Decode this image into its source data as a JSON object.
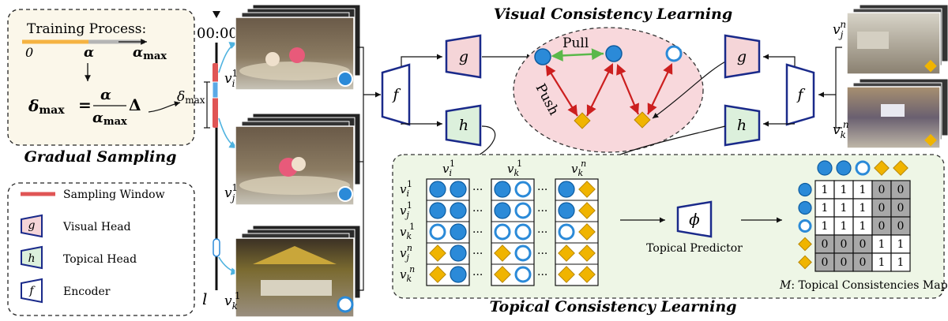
{
  "gradual_sampling": {
    "title": "Gradual Sampling",
    "training_process": "Training Process:",
    "zero": "0",
    "alpha": "α",
    "alpha_max": "α",
    "alpha_max_sub": "max",
    "delta_max": "δ",
    "delta_max_sub": "max",
    "equals": "=",
    "frac_num": "α",
    "frac_den": "α",
    "frac_den_sub": "max",
    "delta": "Δ",
    "side_delta": "δ",
    "side_delta_sub": "max"
  },
  "legend": {
    "items": [
      {
        "symbol": "",
        "label": "Sampling Window"
      },
      {
        "symbol": "g",
        "label": "Visual Head"
      },
      {
        "symbol": "h",
        "label": "Topical Head"
      },
      {
        "symbol": "f",
        "label": "Encoder"
      }
    ]
  },
  "timeline": {
    "start": "00:00",
    "end": "l",
    "frames": [
      {
        "label": "v",
        "sub": "i",
        "sup": "1"
      },
      {
        "label": "v",
        "sub": "j",
        "sup": "1"
      },
      {
        "label": "v",
        "sub": "k",
        "sup": "1"
      }
    ]
  },
  "right_frames": [
    {
      "label": "v",
      "sub": "j",
      "sup": "n"
    },
    {
      "label": "v",
      "sub": "k",
      "sup": "n"
    }
  ],
  "modules": {
    "g": "g",
    "h": "h",
    "f": "f",
    "phi": "ϕ"
  },
  "visual_consistency": {
    "title": "Visual Consistency Learning",
    "pull": "Pull",
    "push": "Push"
  },
  "topical_consistency": {
    "title": "Topical Consistency Learning",
    "predictor": "Topical Predictor",
    "map_label_prefix": "M",
    "map_label": ": Topical Consistencies Map",
    "col_headers": [
      {
        "label": "v",
        "sub": "i",
        "sup": "1"
      },
      {
        "label": "v",
        "sub": "k",
        "sup": "1"
      },
      {
        "label": "v",
        "sub": "k",
        "sup": "n"
      }
    ],
    "row_labels": [
      {
        "label": "v",
        "sub": "i",
        "sup": "1"
      },
      {
        "label": "v",
        "sub": "j",
        "sup": "1"
      },
      {
        "label": "v",
        "sub": "k",
        "sup": "1"
      },
      {
        "label": "v",
        "sub": "j",
        "sup": "n"
      },
      {
        "label": "v",
        "sub": "k",
        "sup": "n"
      }
    ],
    "matrix": [
      [
        "1",
        "1",
        "1",
        "0",
        "0"
      ],
      [
        "1",
        "1",
        "1",
        "0",
        "0"
      ],
      [
        "1",
        "1",
        "1",
        "0",
        "0"
      ],
      [
        "0",
        "0",
        "0",
        "1",
        "1"
      ],
      [
        "0",
        "0",
        "0",
        "1",
        "1"
      ]
    ],
    "ellipsis": "···"
  },
  "colors": {
    "sampling_window": "#e05555",
    "blue": "#2b8ad8",
    "gold": "#f0b400",
    "g_fill": "#f5d5d8",
    "h_fill": "#dcf0dc",
    "f_fill": "#ffffff",
    "module_stroke": "#1a2a8a",
    "visual_bg": "#f8d8dc",
    "topical_bg": "#eef6e6",
    "sampling_bg": "#fbf7ea",
    "push_arrow": "#cc1f1f",
    "pull_arrow": "#5ab84a",
    "cyan_arrow": "#4fb3e0"
  }
}
